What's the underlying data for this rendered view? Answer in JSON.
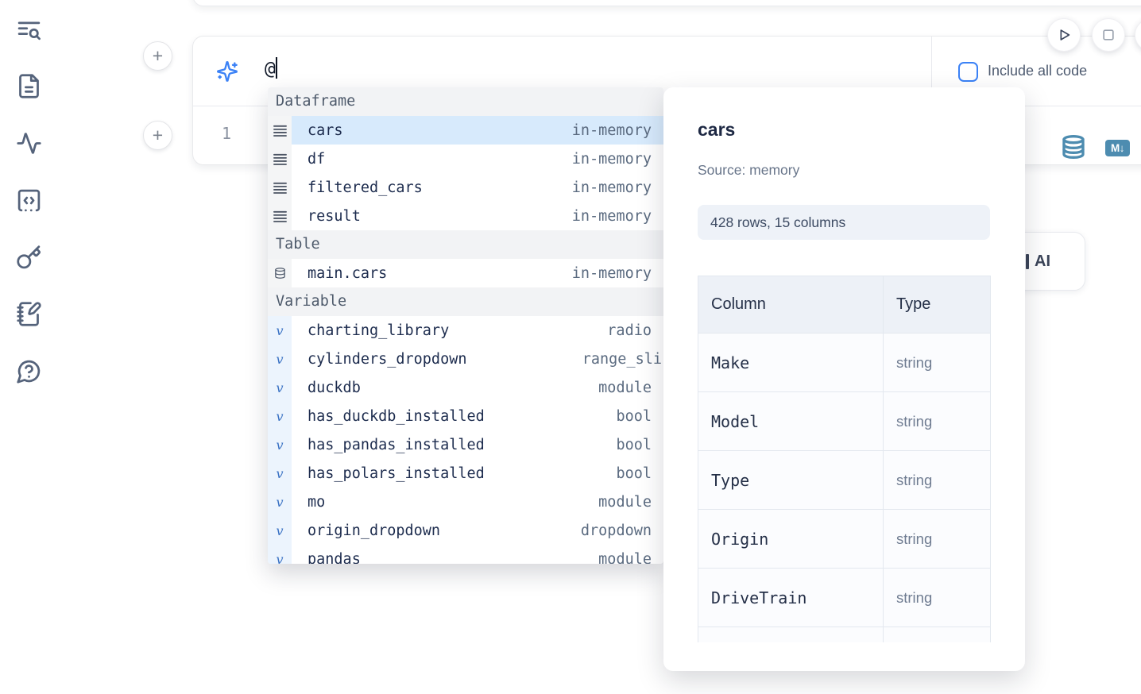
{
  "colors": {
    "accent": "#3b82f6",
    "selected_row": "#d7eafc",
    "tool_blue": "#4d8cb0"
  },
  "sidebar": {
    "icons": [
      "list-search",
      "file-text",
      "activity",
      "code-cell",
      "key",
      "scratchpad",
      "help-chat"
    ]
  },
  "cell": {
    "prompt": {
      "value": "@"
    },
    "include_all_code_label": "Include all code",
    "line_number": "1",
    "markdown_button_label": "M↓"
  },
  "completion": {
    "sections": [
      {
        "label": "Dataframe",
        "items": [
          {
            "icon": "dataframe",
            "name": "cars",
            "type": "in-memory",
            "selected": true
          },
          {
            "icon": "dataframe",
            "name": "df",
            "type": "in-memory"
          },
          {
            "icon": "dataframe",
            "name": "filtered_cars",
            "type": "in-memory"
          },
          {
            "icon": "dataframe",
            "name": "result",
            "type": "in-memory"
          }
        ]
      },
      {
        "label": "Table",
        "items": [
          {
            "icon": "table",
            "name": "main.cars",
            "type": "in-memory"
          }
        ]
      },
      {
        "label": "Variable",
        "items": [
          {
            "icon": "variable",
            "name": "charting_library",
            "type": "radio"
          },
          {
            "icon": "variable",
            "name": "cylinders_dropdown",
            "type": "range_sli",
            "clipped": true
          },
          {
            "icon": "variable",
            "name": "duckdb",
            "type": "module"
          },
          {
            "icon": "variable",
            "name": "has_duckdb_installed",
            "type": "bool"
          },
          {
            "icon": "variable",
            "name": "has_pandas_installed",
            "type": "bool"
          },
          {
            "icon": "variable",
            "name": "has_polars_installed",
            "type": "bool"
          },
          {
            "icon": "variable",
            "name": "mo",
            "type": "module"
          },
          {
            "icon": "variable",
            "name": "origin_dropdown",
            "type": "dropdown"
          },
          {
            "icon": "variable",
            "name": "pandas",
            "type": "module"
          }
        ]
      }
    ]
  },
  "preview": {
    "title": "cars",
    "source": "Source: memory",
    "shape": "428 rows, 15 columns",
    "table": {
      "headers": [
        "Column",
        "Type"
      ],
      "rows": [
        [
          "Make",
          "string"
        ],
        [
          "Model",
          "string"
        ],
        [
          "Type",
          "string"
        ],
        [
          "Origin",
          "string"
        ],
        [
          "DriveTrain",
          "string"
        ]
      ]
    }
  },
  "ai_fragment": {
    "label": "AI"
  }
}
